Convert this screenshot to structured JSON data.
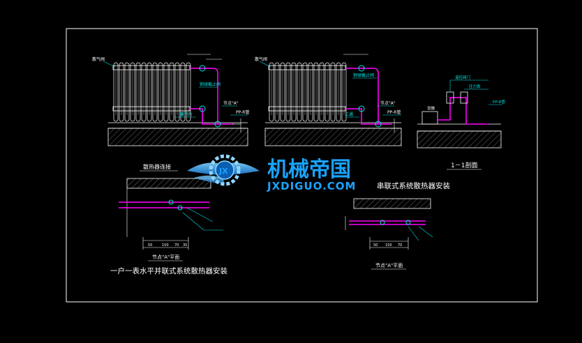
{
  "drawing": {
    "colors": {
      "background": "#000000",
      "frame": "#ffffff",
      "radiator": "#ffffff",
      "pipe": "#ff00ff",
      "annotation": "#00e5e5",
      "hatch": "#bbbbbb",
      "watermark": "#1aa3ff"
    },
    "titles": {
      "main_left": "一户一表水平并联式系统散热器安装",
      "main_middle": "串联式系统散热器安装",
      "section_1_1": "1－1剖面",
      "node_a_plan_left": "节点\"A\"平面",
      "node_a_plan_right": "节点\"A\"平面",
      "radiator_detail": "散热器连接"
    },
    "callouts_left": [
      "散气阀",
      "铜球截止阀",
      "节点\"A\"",
      "PP-R管",
      "暖气片"
    ],
    "callouts_middle": [
      "散气阀",
      "节点\"A\"",
      "PP-R管",
      "铜球截止阀",
      "三通"
    ],
    "callouts_section": [
      "温控阀门",
      "PP-R管",
      "压力表",
      "设施"
    ],
    "plan_left_dims": [
      "50",
      "150",
      "70",
      "35"
    ],
    "plan_right_dims": [
      "50",
      "150",
      "70"
    ],
    "watermark": {
      "brand_cn": "机械帝国",
      "brand_en": "JXDIGUO.COM",
      "logo_letters": "JX"
    }
  }
}
